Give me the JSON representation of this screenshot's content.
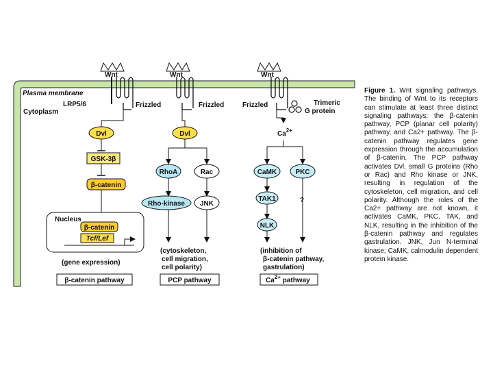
{
  "diagram": {
    "membrane_label": "Plasma membrane",
    "cytoplasm_label": "Cytoplasm",
    "nucleus_label": "Nucleus",
    "wnt": [
      "Wnt",
      "Wnt",
      "Wnt"
    ],
    "lrp": "LRP5/6",
    "frizzled": [
      "Frizzled",
      "Frizzled",
      "Frizzled"
    ],
    "trimeric_g": [
      "Trimeric",
      "G protein"
    ],
    "canonical": {
      "dvl": "Dvl",
      "gsk": "GSK-3β",
      "bcat": "β-catenin",
      "nuc_bcat": "β-catenin",
      "tcf": "Tcf/Lef",
      "outcome": "(gene expression)",
      "pathway": "β-catenin pathway"
    },
    "pcp": {
      "dvl": "Dvl",
      "rhoa": "RhoA",
      "rac": "Rac",
      "rhokinase": "Rho-kinase",
      "jnk": "JNK",
      "outcome": [
        "(cytoskeleton,",
        "cell migration,",
        "cell polarity)"
      ],
      "pathway": "PCP pathway"
    },
    "ca": {
      "ca_text": "Ca",
      "ca_sup": "2+",
      "camk": "CaMK",
      "pkc": "PKC",
      "tak1": "TAK1",
      "question": "?",
      "nlk": "NLK",
      "outcome": [
        "(inhibition of",
        "β-catenin pathway,",
        "gastrulation)"
      ],
      "pathway_pre": "Ca",
      "pathway_sup": "2+",
      "pathway_post": " pathway"
    }
  },
  "caption": {
    "title": "Figure 1.",
    "title_rest": " Wnt signaling pathways.",
    "body": "The binding of Wnt to its receptors can stimulate at least three distinct signaling pathways: the β-catenin pathway, PCP (planar cell polarity) pathway, and Ca2+ pathway. The β-catenin pathway regulates gene expression through the accumulation of β-catenin. The PCP pathway activates Dvl, small G proteins (Rho or Rac) and Rho kinase or JNK, resulting in regulation of the cytoskeleton, cell migration, and cell polarity. Although the roles of the Ca2+ pathway are not known, it activates CaMK, PKC, TAK, and NLK, resulting in the inhibition of the β-catenin pathway and regulates gastrulation. JNK, Jun N-terminal kinase; CaMK, calmodulin dependent protein kinase."
  },
  "colors": {
    "membrane": "#c8e6a8",
    "dvl": "#ffe04a",
    "bcat": "#ffcc33",
    "gsk": "#ffe880",
    "rho": "#b8e6f4",
    "ca_ellipse": "#c8eef8"
  }
}
